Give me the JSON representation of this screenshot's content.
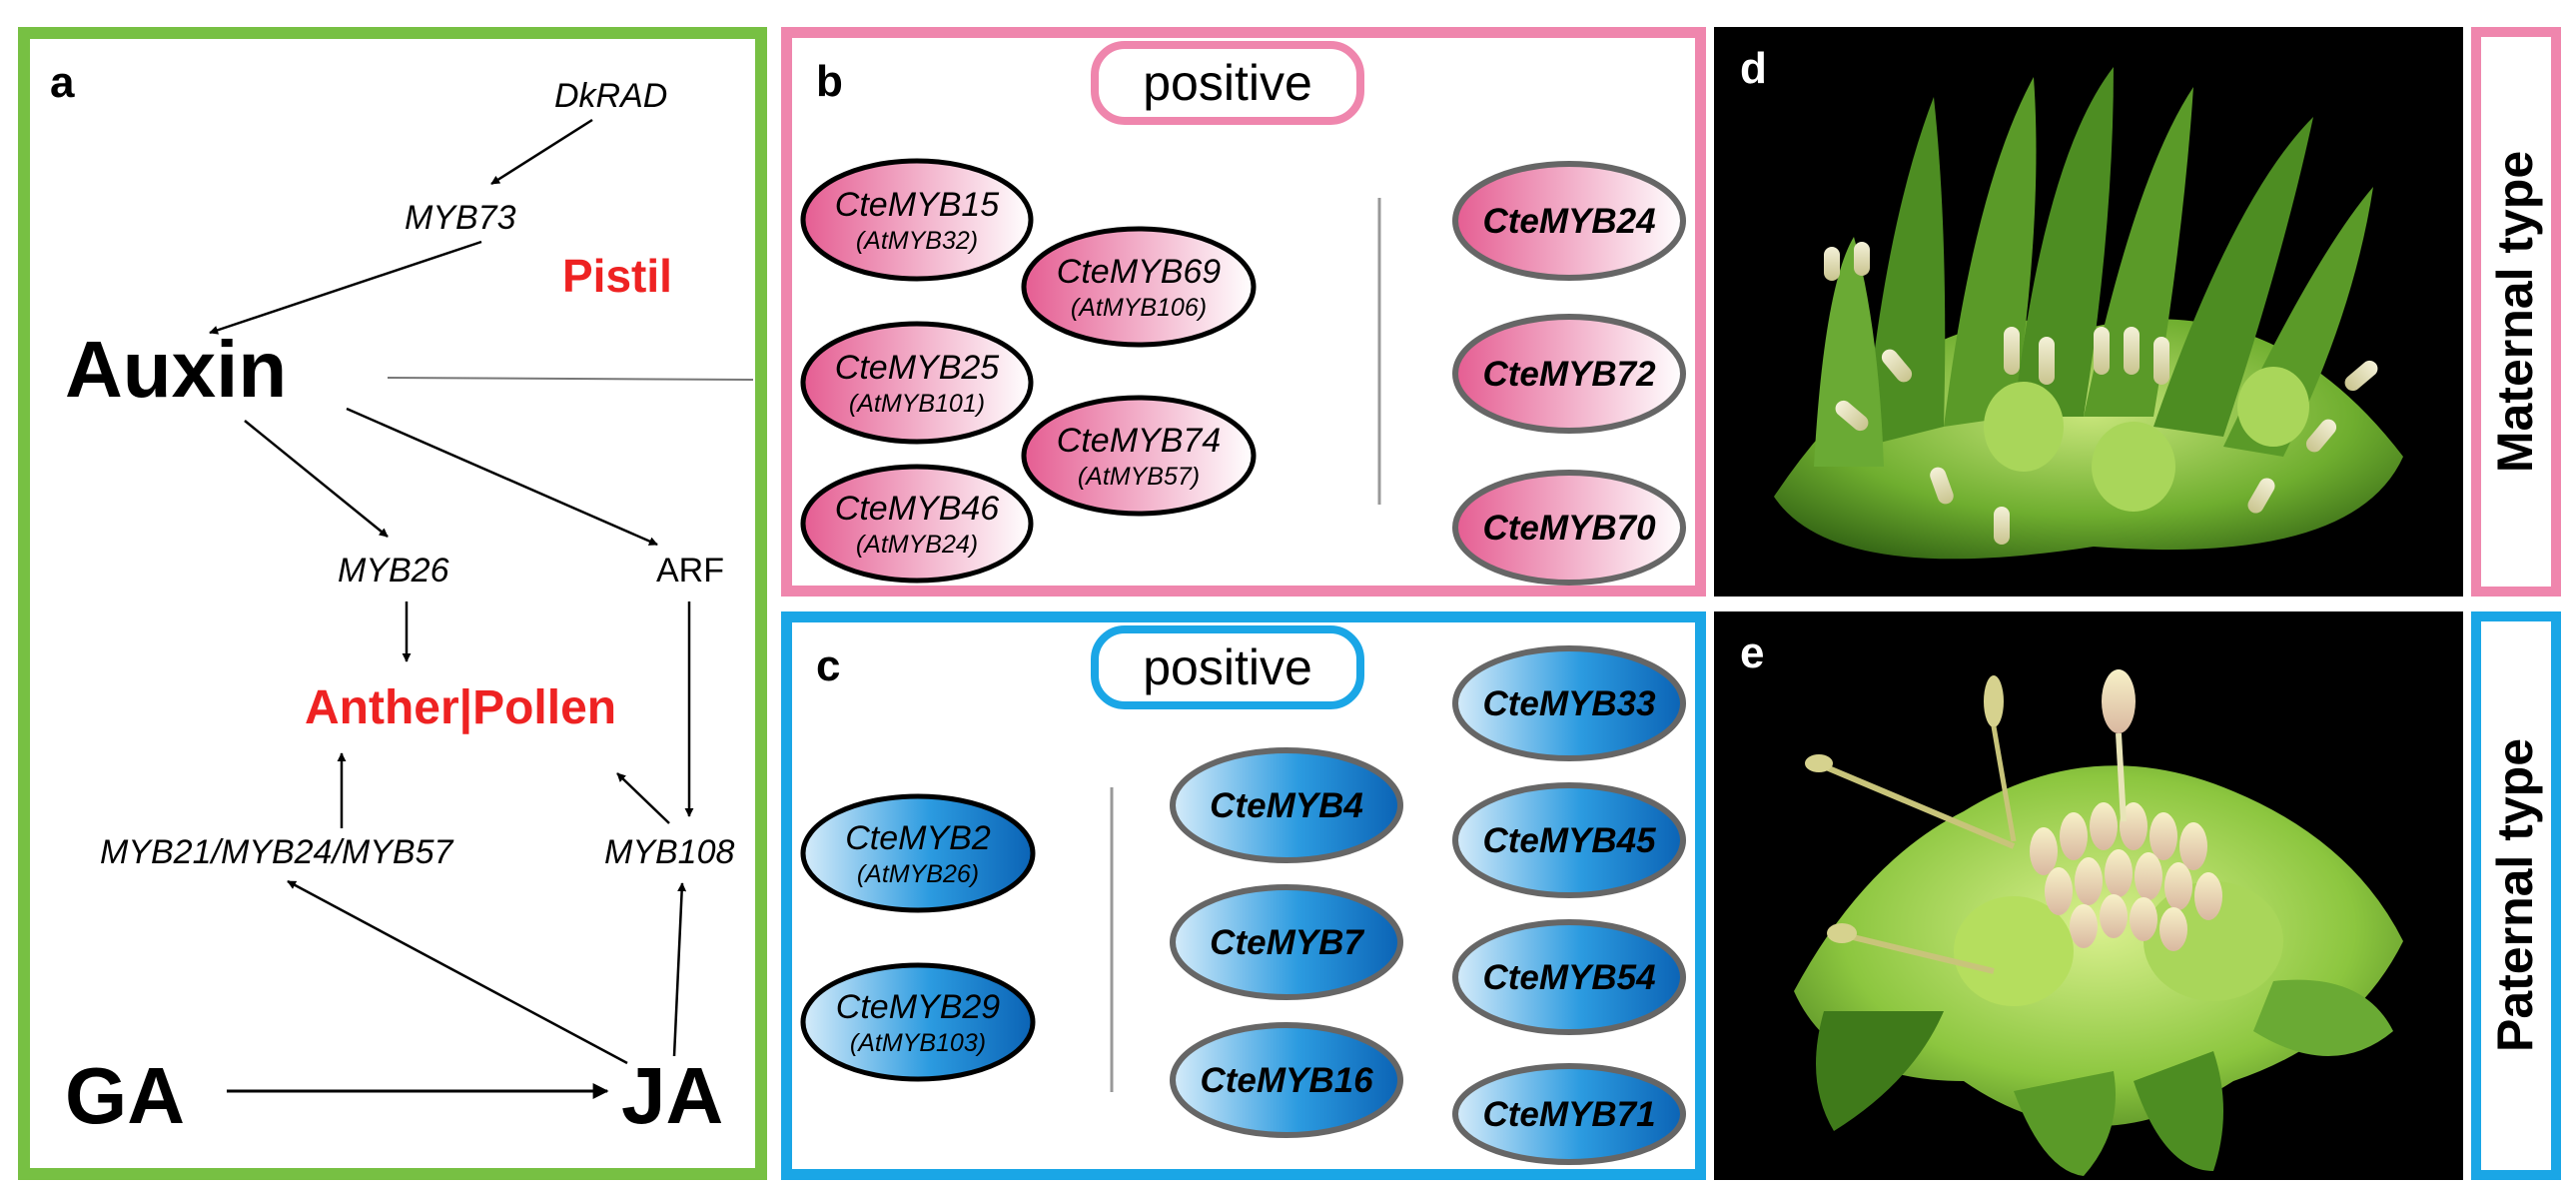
{
  "panel_labels": {
    "a": "a",
    "b": "b",
    "c": "c",
    "d": "d",
    "e": "e"
  },
  "colors": {
    "panel_a_border": "#77c043",
    "pink": "#ef86ad",
    "blue": "#1aa6e6",
    "highlight_red": "#ee2222"
  },
  "panel_a": {
    "nodes": {
      "dkrad": "DkRAD",
      "myb73": "MYB73",
      "pistil": "Pistil",
      "auxin": "Auxin",
      "myb26": "MYB26",
      "arf": "ARF",
      "anther_pollen": "Anther|Pollen",
      "myb21_24_57": "MYB21/MYB24/MYB57",
      "myb108": "MYB108",
      "ga": "GA",
      "ja": "JA"
    }
  },
  "panel_b": {
    "title": "positive",
    "group1": [
      {
        "name": "CteMYB15",
        "ortholog": "(AtMYB32)"
      },
      {
        "name": "CteMYB25",
        "ortholog": "(AtMYB101)"
      },
      {
        "name": "CteMYB46",
        "ortholog": "(AtMYB24)"
      },
      {
        "name": "CteMYB69",
        "ortholog": "(AtMYB106)"
      },
      {
        "name": "CteMYB74",
        "ortholog": "(AtMYB57)"
      }
    ],
    "group2": [
      "CteMYB24",
      "CteMYB72",
      "CteMYB70"
    ]
  },
  "panel_c": {
    "title": "positive",
    "group1": [
      {
        "name": "CteMYB2",
        "ortholog": "(AtMYB26)"
      },
      {
        "name": "CteMYB29",
        "ortholog": "(AtMYB103)"
      }
    ],
    "group2": [
      "CteMYB4",
      "CteMYB7",
      "CteMYB16"
    ],
    "group3": [
      "CteMYB33",
      "CteMYB45",
      "CteMYB54",
      "CteMYB71"
    ]
  },
  "side_labels": {
    "maternal": "Maternal type",
    "paternal": "Paternal type"
  }
}
